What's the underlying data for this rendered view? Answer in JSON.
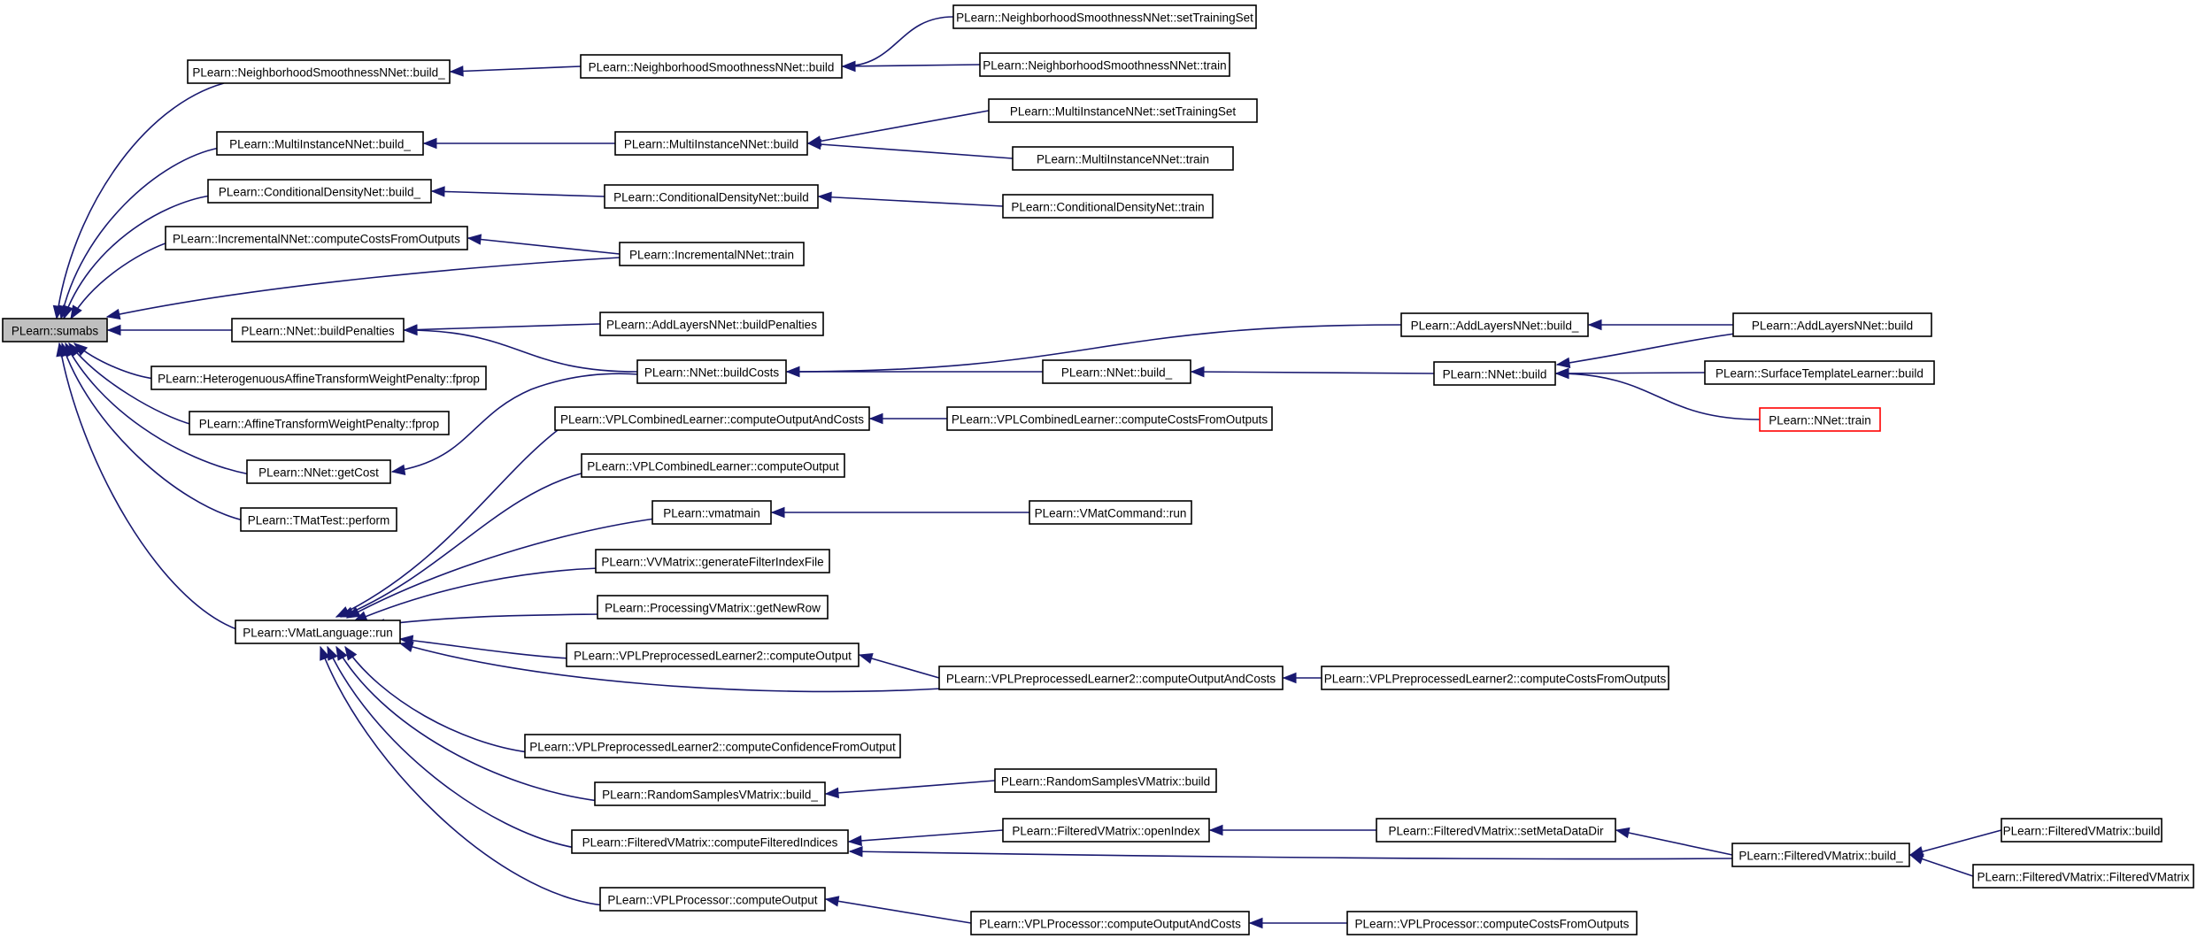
{
  "graph": {
    "edge_color": "#191970",
    "root_fill": "#bfbfbf",
    "highlight_border": "#ff0000",
    "nodes": [
      {
        "id": "sumabs",
        "label": "PLearn::sumabs",
        "style": "root"
      },
      {
        "id": "nsn_build_",
        "label": "PLearn::NeighborhoodSmoothnessNNet::build_"
      },
      {
        "id": "nsn_build",
        "label": "PLearn::NeighborhoodSmoothnessNNet::build"
      },
      {
        "id": "nsn_setTrainingSet",
        "label": "PLearn::NeighborhoodSmoothnessNNet::setTrainingSet"
      },
      {
        "id": "nsn_train",
        "label": "PLearn::NeighborhoodSmoothnessNNet::train"
      },
      {
        "id": "mi_build_",
        "label": "PLearn::MultiInstanceNNet::build_"
      },
      {
        "id": "mi_build",
        "label": "PLearn::MultiInstanceNNet::build"
      },
      {
        "id": "mi_setTrainingSet",
        "label": "PLearn::MultiInstanceNNet::setTrainingSet"
      },
      {
        "id": "mi_train",
        "label": "PLearn::MultiInstanceNNet::train"
      },
      {
        "id": "cd_build_",
        "label": "PLearn::ConditionalDensityNet::build_"
      },
      {
        "id": "cd_build",
        "label": "PLearn::ConditionalDensityNet::build"
      },
      {
        "id": "cd_train",
        "label": "PLearn::ConditionalDensityNet::train"
      },
      {
        "id": "inc_ccfo",
        "label": "PLearn::IncrementalNNet::computeCostsFromOutputs"
      },
      {
        "id": "inc_train",
        "label": "PLearn::IncrementalNNet::train"
      },
      {
        "id": "nnet_buildPenalties",
        "label": "PLearn::NNet::buildPenalties"
      },
      {
        "id": "al_buildPenalties",
        "label": "PLearn::AddLayersNNet::buildPenalties"
      },
      {
        "id": "nnet_buildCosts",
        "label": "PLearn::NNet::buildCosts"
      },
      {
        "id": "al_build_",
        "label": "PLearn::AddLayersNNet::build_"
      },
      {
        "id": "al_build",
        "label": "PLearn::AddLayersNNet::build"
      },
      {
        "id": "nnet_build_",
        "label": "PLearn::NNet::build_"
      },
      {
        "id": "nnet_build",
        "label": "PLearn::NNet::build"
      },
      {
        "id": "stl_build",
        "label": "PLearn::SurfaceTemplateLearner::build"
      },
      {
        "id": "nnet_train",
        "label": "PLearn::NNet::train",
        "style": "red"
      },
      {
        "id": "hat_fprop",
        "label": "PLearn::HeterogenuousAffineTransformWeightPenalty::fprop"
      },
      {
        "id": "at_fprop",
        "label": "PLearn::AffineTransformWeightPenalty::fprop"
      },
      {
        "id": "nnet_getCost",
        "label": "PLearn::NNet::getCost"
      },
      {
        "id": "tmat_perform",
        "label": "PLearn::TMatTest::perform"
      },
      {
        "id": "vml_run",
        "label": "PLearn::VMatLanguage::run"
      },
      {
        "id": "vplc_coac",
        "label": "PLearn::VPLCombinedLearner::computeOutputAndCosts"
      },
      {
        "id": "vplc_ccfo",
        "label": "PLearn::VPLCombinedLearner::computeCostsFromOutputs"
      },
      {
        "id": "vplc_co",
        "label": "PLearn::VPLCombinedLearner::computeOutput"
      },
      {
        "id": "vmatmain",
        "label": "PLearn::vmatmain"
      },
      {
        "id": "vmatcmd_run",
        "label": "PLearn::VMatCommand::run"
      },
      {
        "id": "vv_gfif",
        "label": "PLearn::VVMatrix::generateFilterIndexFile"
      },
      {
        "id": "proc_gnr",
        "label": "PLearn::ProcessingVMatrix::getNewRow"
      },
      {
        "id": "vplp2_co",
        "label": "PLearn::VPLPreprocessedLearner2::computeOutput"
      },
      {
        "id": "vplp2_coac",
        "label": "PLearn::VPLPreprocessedLearner2::computeOutputAndCosts"
      },
      {
        "id": "vplp2_ccfo",
        "label": "PLearn::VPLPreprocessedLearner2::computeCostsFromOutputs"
      },
      {
        "id": "vplp2_ccffo",
        "label": "PLearn::VPLPreprocessedLearner2::computeConfidenceFromOutput"
      },
      {
        "id": "rs_build_",
        "label": "PLearn::RandomSamplesVMatrix::build_"
      },
      {
        "id": "rs_build",
        "label": "PLearn::RandomSamplesVMatrix::build"
      },
      {
        "id": "fv_cfi",
        "label": "PLearn::FilteredVMatrix::computeFilteredIndices"
      },
      {
        "id": "fv_openIndex",
        "label": "PLearn::FilteredVMatrix::openIndex"
      },
      {
        "id": "fv_smdd",
        "label": "PLearn::FilteredVMatrix::setMetaDataDir"
      },
      {
        "id": "fv_build_",
        "label": "PLearn::FilteredVMatrix::build_"
      },
      {
        "id": "fv_build",
        "label": "PLearn::FilteredVMatrix::build"
      },
      {
        "id": "fv_ctor",
        "label": "PLearn::FilteredVMatrix::FilteredVMatrix"
      },
      {
        "id": "vplproc_co",
        "label": "PLearn::VPLProcessor::computeOutput"
      },
      {
        "id": "vplproc_coac",
        "label": "PLearn::VPLProcessor::computeOutputAndCosts"
      },
      {
        "id": "vplproc_ccfo",
        "label": "PLearn::VPLProcessor::computeCostsFromOutputs"
      }
    ],
    "edges": [
      {
        "from": "nsn_build_",
        "to": "sumabs"
      },
      {
        "from": "nsn_build",
        "to": "nsn_build_"
      },
      {
        "from": "nsn_setTrainingSet",
        "to": "nsn_build"
      },
      {
        "from": "nsn_train",
        "to": "nsn_build"
      },
      {
        "from": "mi_build_",
        "to": "sumabs"
      },
      {
        "from": "mi_build",
        "to": "mi_build_"
      },
      {
        "from": "mi_setTrainingSet",
        "to": "mi_build"
      },
      {
        "from": "mi_train",
        "to": "mi_build"
      },
      {
        "from": "cd_build_",
        "to": "sumabs"
      },
      {
        "from": "cd_build",
        "to": "cd_build_"
      },
      {
        "from": "cd_train",
        "to": "cd_build"
      },
      {
        "from": "inc_ccfo",
        "to": "sumabs"
      },
      {
        "from": "inc_train",
        "to": "inc_ccfo"
      },
      {
        "from": "inc_train",
        "to": "sumabs"
      },
      {
        "from": "nnet_buildPenalties",
        "to": "sumabs"
      },
      {
        "from": "al_buildPenalties",
        "to": "nnet_buildPenalties"
      },
      {
        "from": "nnet_buildCosts",
        "to": "nnet_buildPenalties"
      },
      {
        "from": "al_build_",
        "to": "nnet_buildCosts"
      },
      {
        "from": "nnet_build_",
        "to": "nnet_buildCosts"
      },
      {
        "from": "al_build",
        "to": "al_build_"
      },
      {
        "from": "nnet_build",
        "to": "nnet_build_"
      },
      {
        "from": "al_build",
        "to": "nnet_build"
      },
      {
        "from": "stl_build",
        "to": "nnet_build"
      },
      {
        "from": "nnet_train",
        "to": "nnet_build"
      },
      {
        "from": "hat_fprop",
        "to": "sumabs"
      },
      {
        "from": "at_fprop",
        "to": "sumabs"
      },
      {
        "from": "nnet_getCost",
        "to": "sumabs"
      },
      {
        "from": "nnet_buildCosts",
        "to": "nnet_getCost"
      },
      {
        "from": "tmat_perform",
        "to": "sumabs"
      },
      {
        "from": "vml_run",
        "to": "sumabs"
      },
      {
        "from": "vplc_coac",
        "to": "vml_run"
      },
      {
        "from": "vplc_ccfo",
        "to": "vplc_coac"
      },
      {
        "from": "vplc_co",
        "to": "vml_run"
      },
      {
        "from": "vmatmain",
        "to": "vml_run"
      },
      {
        "from": "vmatcmd_run",
        "to": "vmatmain"
      },
      {
        "from": "vv_gfif",
        "to": "vml_run"
      },
      {
        "from": "proc_gnr",
        "to": "vml_run"
      },
      {
        "from": "vplp2_co",
        "to": "vml_run"
      },
      {
        "from": "vplp2_coac",
        "to": "vplp2_co"
      },
      {
        "from": "vplp2_coac",
        "to": "vml_run"
      },
      {
        "from": "vplp2_ccfo",
        "to": "vplp2_coac"
      },
      {
        "from": "vplp2_ccffo",
        "to": "vml_run"
      },
      {
        "from": "rs_build_",
        "to": "vml_run"
      },
      {
        "from": "rs_build",
        "to": "rs_build_"
      },
      {
        "from": "fv_cfi",
        "to": "vml_run"
      },
      {
        "from": "fv_openIndex",
        "to": "fv_cfi"
      },
      {
        "from": "fv_smdd",
        "to": "fv_openIndex"
      },
      {
        "from": "fv_build_",
        "to": "fv_smdd"
      },
      {
        "from": "fv_build_",
        "to": "fv_cfi"
      },
      {
        "from": "fv_build",
        "to": "fv_build_"
      },
      {
        "from": "fv_ctor",
        "to": "fv_build_"
      },
      {
        "from": "vplproc_co",
        "to": "vml_run"
      },
      {
        "from": "vplproc_coac",
        "to": "vplproc_co"
      },
      {
        "from": "vplproc_ccfo",
        "to": "vplproc_coac"
      }
    ]
  }
}
